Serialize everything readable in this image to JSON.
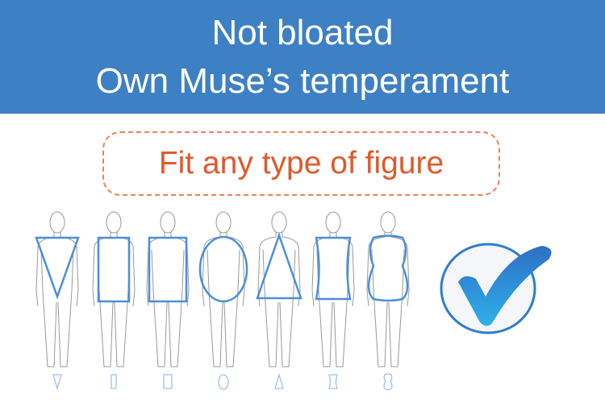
{
  "banner": {
    "line1": "Not bloated",
    "line2": "Own Muse’s temperament"
  },
  "badge": {
    "text": "Fit any type of figure"
  },
  "figures": [
    {
      "shape": "inverted-triangle"
    },
    {
      "shape": "narrow-rectangle"
    },
    {
      "shape": "rectangle"
    },
    {
      "shape": "oval"
    },
    {
      "shape": "triangle"
    },
    {
      "shape": "hourglass"
    },
    {
      "shape": "rounded-hourglass"
    }
  ],
  "colors": {
    "banner": "#3e80c4",
    "accent": "#e0582b",
    "shape": "#4a8fdc"
  },
  "checkmark": {
    "icon": "checkmark-icon"
  }
}
